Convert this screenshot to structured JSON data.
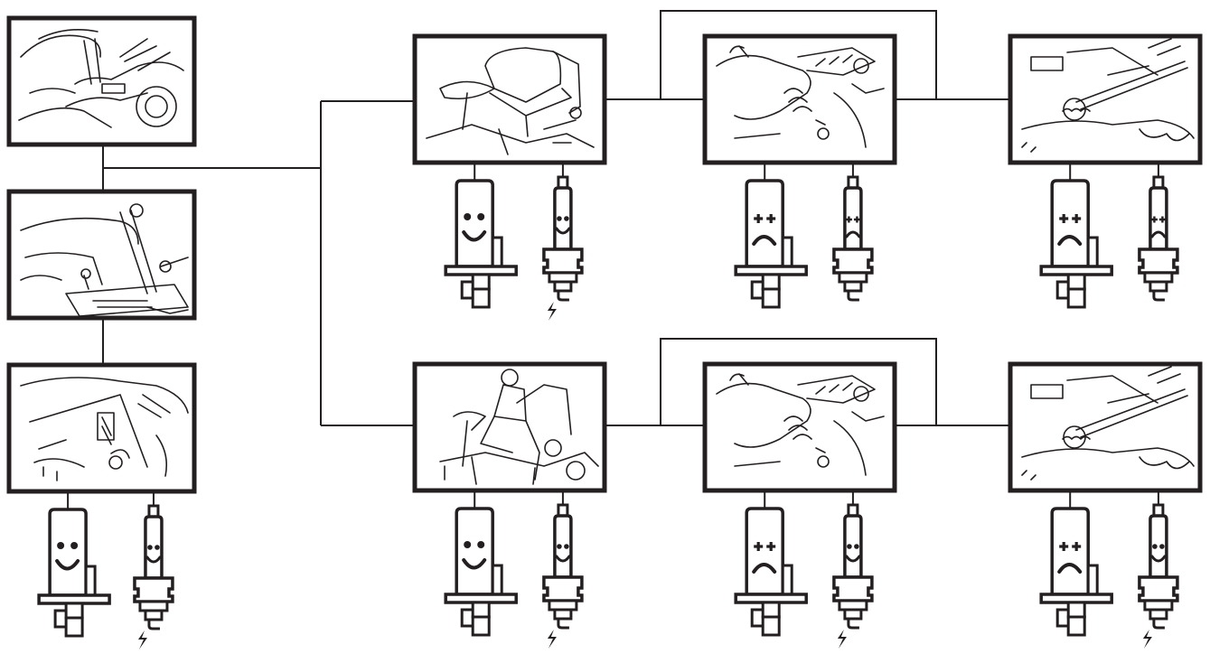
{
  "diagram": {
    "stroke_color": "#231f20",
    "background": "#ffffff",
    "scenes": [
      {
        "id": "s1",
        "depicts": "operator-hand-on-throttle-lever"
      },
      {
        "id": "s2",
        "depicts": "seat-and-throttle-lever-gate"
      },
      {
        "id": "s3",
        "depicts": "brake-pedal-and-parking-brake"
      },
      {
        "id": "s4",
        "depicts": "tractor-seat-empty"
      },
      {
        "id": "s5",
        "depicts": "pto-switch-hand"
      },
      {
        "id": "s6",
        "depicts": "grass-bag-lever"
      },
      {
        "id": "s7",
        "depicts": "operator-seated-on-tractor"
      },
      {
        "id": "s8",
        "depicts": "pto-switch-hand"
      },
      {
        "id": "s9",
        "depicts": "grass-bag-lever"
      }
    ],
    "outcomes": [
      {
        "scene": "s3",
        "starter": "happy",
        "spark_plug": "happy",
        "spark": true
      },
      {
        "scene": "s4",
        "starter": "happy",
        "spark_plug": "happy",
        "spark": true
      },
      {
        "scene": "s5",
        "starter": "sad",
        "spark_plug": "sad",
        "spark": false
      },
      {
        "scene": "s6",
        "starter": "sad",
        "spark_plug": "sad",
        "spark": false
      },
      {
        "scene": "s7",
        "starter": "happy",
        "spark_plug": "happy",
        "spark": true
      },
      {
        "scene": "s8",
        "starter": "sad",
        "spark_plug": "happy",
        "spark": true
      },
      {
        "scene": "s9",
        "starter": "sad",
        "spark_plug": "happy",
        "spark": true
      }
    ]
  }
}
